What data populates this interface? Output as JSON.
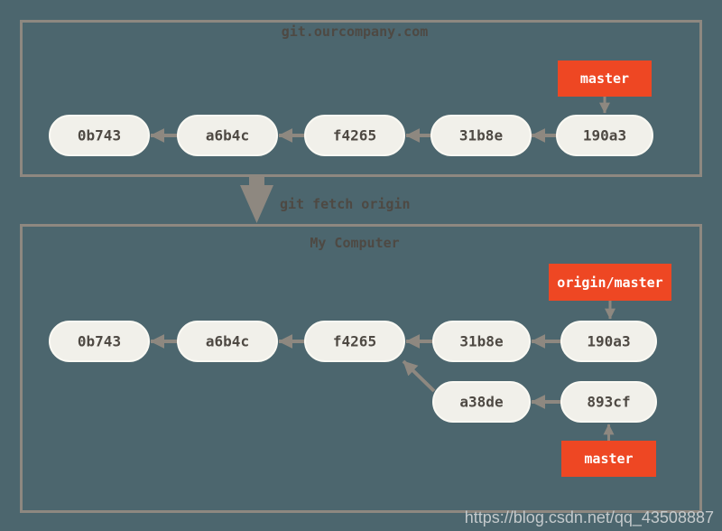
{
  "remote": {
    "title": "git.ourcompany.com",
    "branch_label": "master",
    "commits": [
      "0b743",
      "a6b4c",
      "f4265",
      "31b8e",
      "190a3"
    ]
  },
  "command": {
    "label": "git fetch origin"
  },
  "local": {
    "title": "My Computer",
    "remote_branch_label": "origin/master",
    "branch_label": "master",
    "commits": [
      "0b743",
      "a6b4c",
      "f4265",
      "31b8e",
      "190a3"
    ],
    "local_commits": [
      "a38de",
      "893cf"
    ]
  },
  "watermark": {
    "text": "https://blog.csdn.net/qq_43508887"
  },
  "colors": {
    "background": "#4c666e",
    "box_border": "#8e8880",
    "node_fill": "#f1f0ea",
    "node_stroke": "#faf9f3",
    "node_text": "#4e4943",
    "arrow": "#8e8880",
    "branch_fill": "#ee4723",
    "branch_text": "#ffffff",
    "watermark_color": "#c4cacc"
  }
}
